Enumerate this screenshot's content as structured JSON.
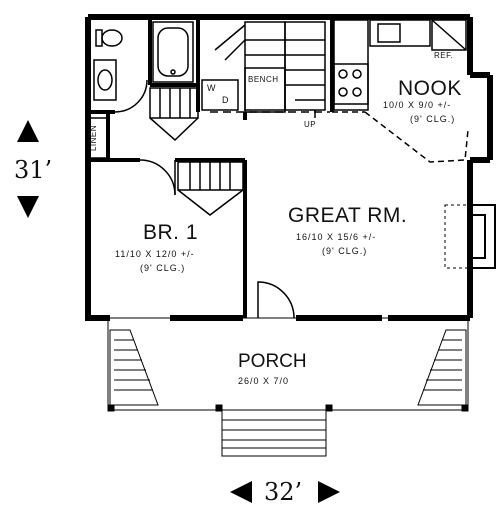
{
  "rooms": {
    "nook": {
      "name": "NOOK",
      "size": "10/0 X 9/0 +/-",
      "clg": "(9' CLG.)"
    },
    "great": {
      "name": "GREAT RM.",
      "size": "16/10 X 15/6 +/-",
      "clg": "(9' CLG.)"
    },
    "br1": {
      "name": "BR. 1",
      "size": "11/10 X 12/0 +/-",
      "clg": "(9' CLG.)"
    },
    "porch": {
      "name": "PORCH",
      "size": "26/0 X 7/0"
    }
  },
  "labels": {
    "bench": "BENCH",
    "ref": "REF.",
    "linen": "LINEN",
    "up": "UP",
    "washer": "W",
    "dryer": "D"
  },
  "dimensions": {
    "depth": "31’",
    "width": "32’"
  }
}
